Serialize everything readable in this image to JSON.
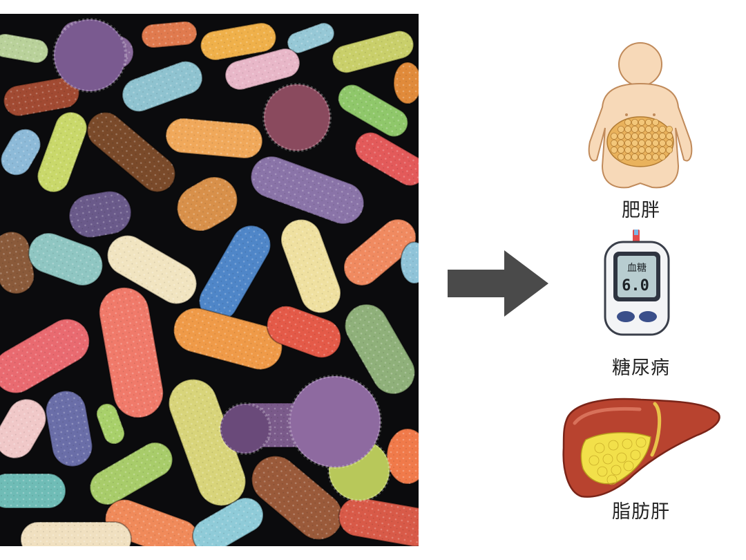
{
  "conditions": [
    {
      "label": "肥胖",
      "icon": "obese-body-icon"
    },
    {
      "label": "糖尿病",
      "icon": "glucose-meter-icon"
    },
    {
      "label": "脂肪肝",
      "icon": "fatty-liver-icon"
    }
  ],
  "glucose_meter": {
    "title": "血糖",
    "reading": "6.0"
  },
  "colors": {
    "panel_background": "#0b0b0d",
    "arrow": "#4a4a4a",
    "body_skin": "#f7d9b8",
    "fat_cells": "#e9b25c",
    "liver": "#b8432f",
    "liver_fat": "#f2e04a"
  }
}
